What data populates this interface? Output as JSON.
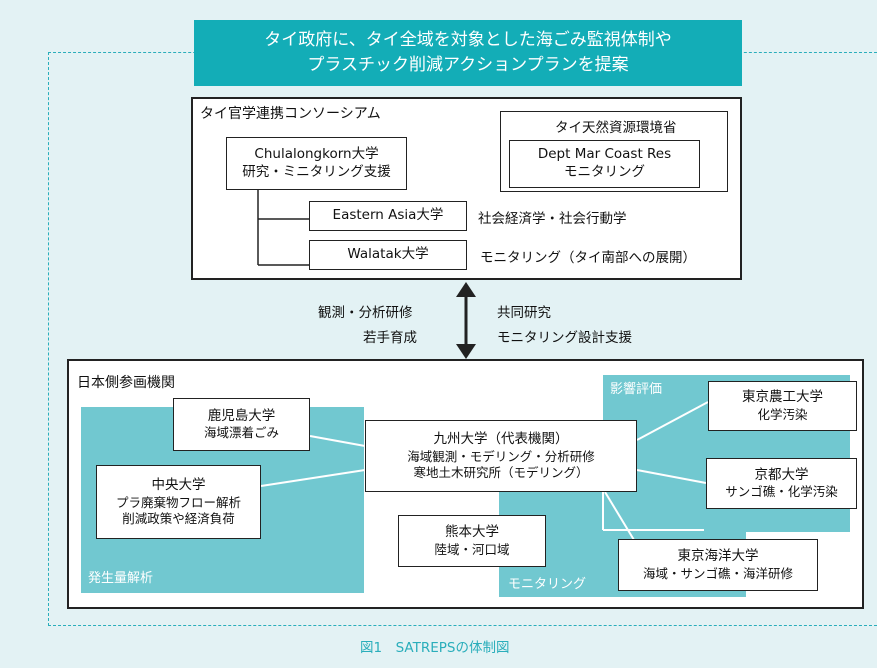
{
  "banner": {
    "line1": "タイ政府に、タイ全域を対象とした海ごみ監視体制や",
    "line2": "プラスチック削減アクションプランを提案"
  },
  "thai": {
    "title": "タイ官学連携コンソーシアム",
    "chula": {
      "line1": "Chulalongkorn大学",
      "line2": "研究・ミニタリング支援"
    },
    "ministry": "タイ天然資源環境省",
    "dept": {
      "line1": "Dept Mar Coast Res",
      "line2": "モニタリング"
    },
    "eastern": "Eastern Asia大学",
    "eastern_role": "社会経済学・社会行動学",
    "walatak": "Walatak大学",
    "walatak_role": "モニタリング（タイ南部への展開）"
  },
  "exchange": {
    "left1": "観測・分析研修",
    "left2": "若手育成",
    "right1": "共同研究",
    "right2": "モニタリング設計支援"
  },
  "japan": {
    "title": "日本側参画機関",
    "zone_generation": "発生量解析",
    "zone_impact": "影響評価",
    "zone_monitoring": "モニタリング",
    "kagoshima": {
      "name": "鹿児島大学",
      "role": "海域漂着ごみ"
    },
    "chuo": {
      "name": "中央大学",
      "role1": "プラ廃棄物フロー解析",
      "role2": "削減政策や経済負荷"
    },
    "kyushu": {
      "name": "九州大学（代表機関）",
      "role1": "海域観測・モデリング・分析研修",
      "role2": "寒地土木研究所（モデリング）"
    },
    "kumamoto": {
      "name": "熊本大学",
      "role": "陸域・河口域"
    },
    "tuat": {
      "name": "東京農工大学",
      "role": "化学汚染"
    },
    "kyoto": {
      "name": "京都大学",
      "role": "サンゴ礁・化学汚染"
    },
    "kaiyo": {
      "name": "東京海洋大学",
      "role": "海域・サンゴ礁・海洋研修"
    }
  },
  "caption": "図1　SATREPSの体制図",
  "colors": {
    "banner": "#13adb7",
    "zone": "#71c8d0",
    "background": "#e3f2f4",
    "caption": "#2aaebb"
  }
}
